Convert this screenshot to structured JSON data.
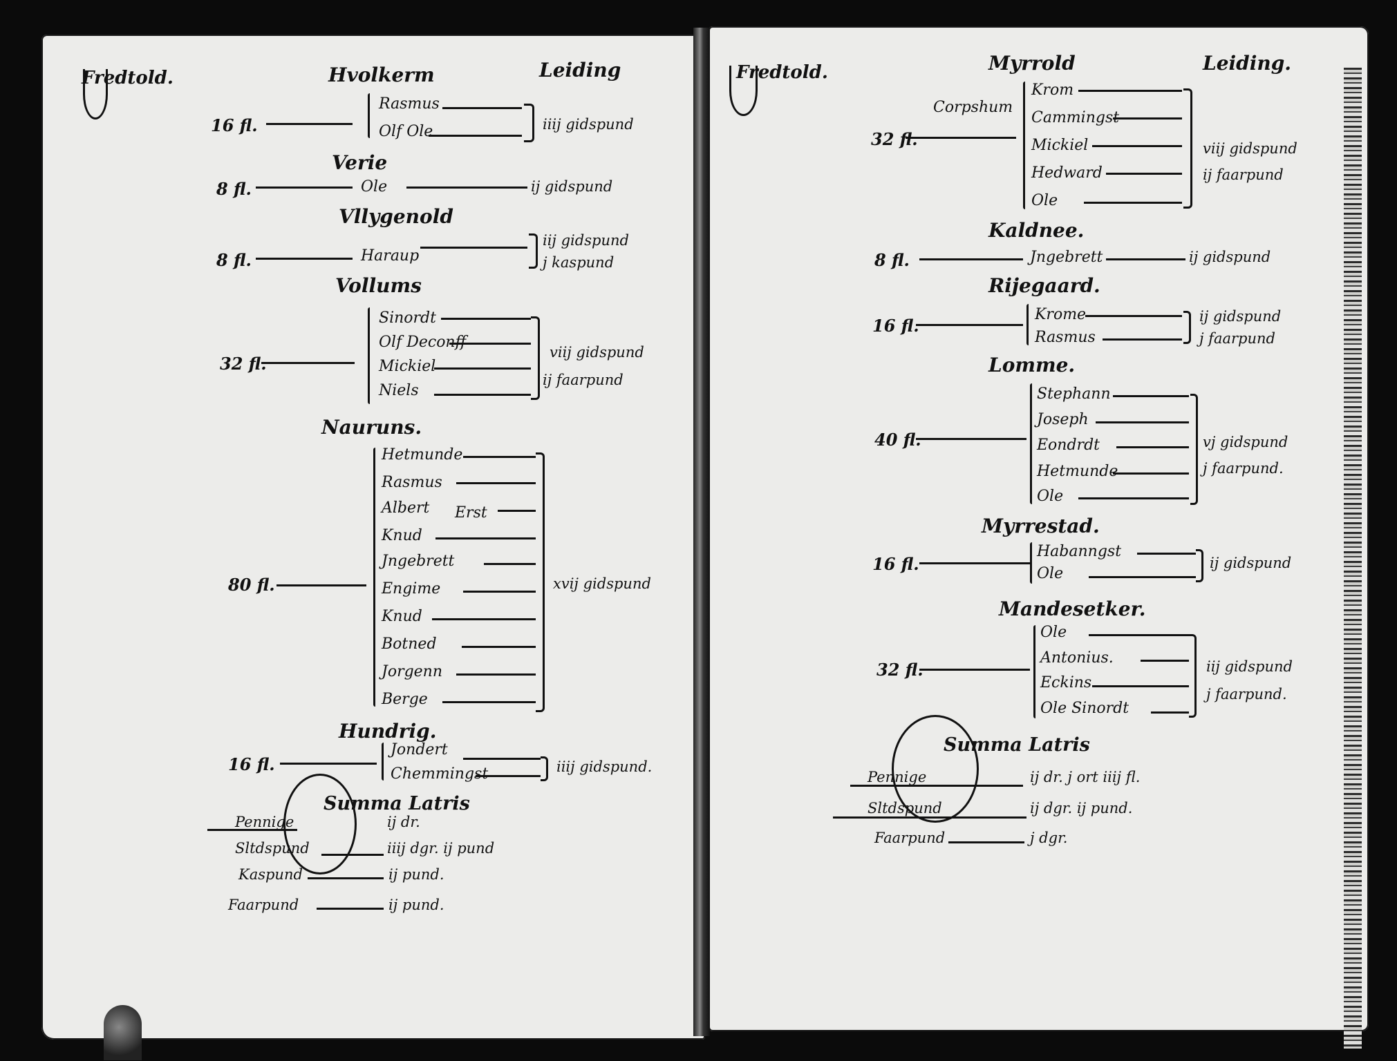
{
  "left_page": {
    "corner": "Fredtold.",
    "header": "Leiding",
    "entries": [
      {
        "heading": "Hvolkerm",
        "amount": "16 fl.",
        "names": [
          "Rasmus",
          "Olf Ole"
        ],
        "tax": [
          "iiij gidspund"
        ]
      },
      {
        "heading": "Verie",
        "amount": "8 fl.",
        "names": [
          "Ole"
        ],
        "tax": [
          "ij gidspund"
        ]
      },
      {
        "heading": "Vllygenold",
        "amount": "8 fl.",
        "names": [
          "Haraup"
        ],
        "tax": [
          "iij gidspund",
          "j kaspund"
        ]
      },
      {
        "heading": "Vollums",
        "amount": "32 fl.",
        "names": [
          "Sinordt",
          "Olf Deconff",
          "Mickiel",
          "Niels"
        ],
        "tax": [
          "viij gidspund",
          "ij faarpund"
        ]
      },
      {
        "heading": "Nauruns.",
        "amount": "80 fl.",
        "names": [
          "Hetmunde",
          "Rasmus",
          "Albert",
          "Knud",
          "Jngebrett",
          "Engime",
          "Knud",
          "Botned",
          "Jorgenn",
          "Berge"
        ],
        "marginal": "Erst",
        "tax": [
          "xvij gidspund"
        ]
      },
      {
        "heading": "Hundrig.",
        "amount": "16 fl.",
        "names": [
          "Jondert",
          "Chemmingst"
        ],
        "tax": [
          "iiij gidspund."
        ]
      }
    ],
    "summa": {
      "title": "Summa Latris",
      "lines": [
        {
          "label": "Pennige",
          "value": "ij dr."
        },
        {
          "label": "Sltdspund",
          "value": "iiij dgr. ij pund"
        },
        {
          "label": "Kaspund",
          "value": "ij pund."
        },
        {
          "label": "Faarpund",
          "value": "ij pund."
        }
      ]
    }
  },
  "right_page": {
    "corner": "Fredtold.",
    "title": "Myrrold",
    "header": "Leiding.",
    "entries": [
      {
        "heading": "",
        "amount": "32 fl.",
        "pre": "Corpshum",
        "names": [
          "Krom",
          "Cammingst",
          "Mickiel",
          "Hedward",
          "Ole"
        ],
        "tax": [
          "viij gidspund",
          "ij faarpund"
        ]
      },
      {
        "heading": "Kaldnee.",
        "amount": "8 fl.",
        "names": [
          "Jngebrett"
        ],
        "tax": [
          "ij gidspund"
        ]
      },
      {
        "heading": "Rijegaard.",
        "amount": "16 fl.",
        "names": [
          "Krome",
          "Rasmus"
        ],
        "tax": [
          "ij gidspund",
          "j faarpund"
        ]
      },
      {
        "heading": "Lomme.",
        "amount": "40 fl.",
        "names": [
          "Stephann",
          "Joseph",
          "Eondrdt",
          "Hetmunde",
          "Ole"
        ],
        "tax": [
          "vj gidspund",
          "j faarpund."
        ]
      },
      {
        "heading": "Myrrestad.",
        "amount": "16 fl.",
        "names": [
          "Habanngst",
          "Ole"
        ],
        "tax": [
          "ij gidspund"
        ]
      },
      {
        "heading": "Mandesetker.",
        "amount": "32 fl.",
        "names": [
          "Ole",
          "Antonius.",
          "Eckins",
          "Ole Sinordt"
        ],
        "tax": [
          "iij gidspund",
          "j faarpund."
        ]
      }
    ],
    "summa": {
      "title": "Summa Latris",
      "lines": [
        {
          "label": "Pennige",
          "value": "ij dr. j ort iiij fl."
        },
        {
          "label": "Sltdspund",
          "value": "ij dgr. ij pund."
        },
        {
          "label": "Faarpund",
          "value": "j dgr."
        }
      ]
    }
  }
}
